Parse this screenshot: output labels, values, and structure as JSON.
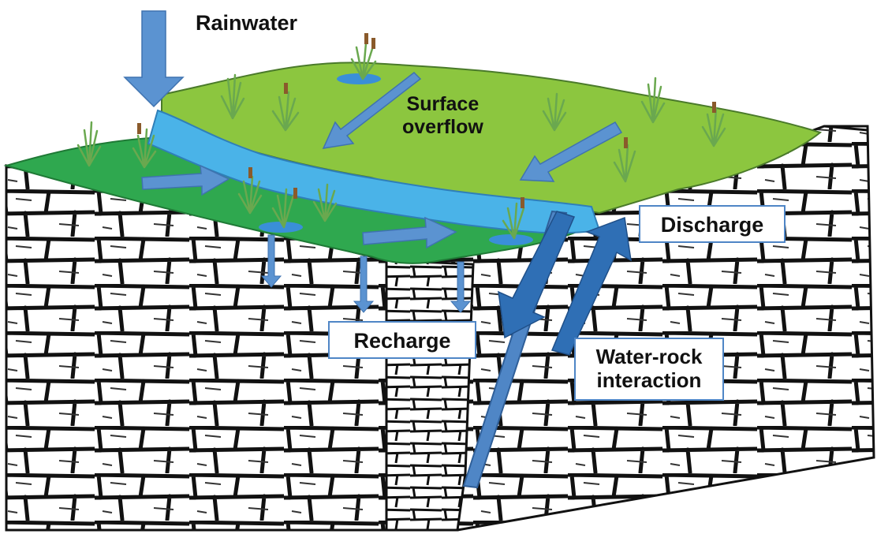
{
  "diagram": {
    "labels": {
      "rainwater": "Rainwater",
      "surface_overflow_line1": "Surface",
      "surface_overflow_line2": "overflow",
      "discharge": "Discharge",
      "recharge": "Recharge",
      "water_rock_line1": "Water-rock",
      "water_rock_line2": "interaction"
    },
    "colors": {
      "arrow_blue": "#5b93d1",
      "arrow_dark_blue": "#2f6fb5",
      "stream_blue": "#4ab3e8",
      "grass_light": "#8cc63f",
      "grass_dark": "#2fa84f",
      "rock_line": "#111111",
      "box_border": "#4f86c6"
    }
  }
}
